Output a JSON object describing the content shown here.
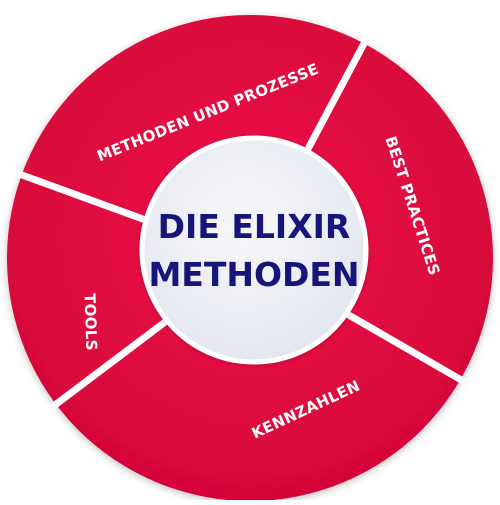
{
  "colors": {
    "segment_fill": "#E0073F",
    "segment_text": "#FFFFFF",
    "divider": "#FFFFFF",
    "center_fill": "#EEF0F5",
    "center_text": "#15157A"
  },
  "center": {
    "line1": "DIE ELIXIR",
    "line2": "METHODEN"
  },
  "segments": [
    {
      "label": "METHODEN UND PROZESSE"
    },
    {
      "label": "BEST PRACTICES"
    },
    {
      "label": "KENNZAHLEN"
    },
    {
      "label": "TOOLS"
    }
  ]
}
